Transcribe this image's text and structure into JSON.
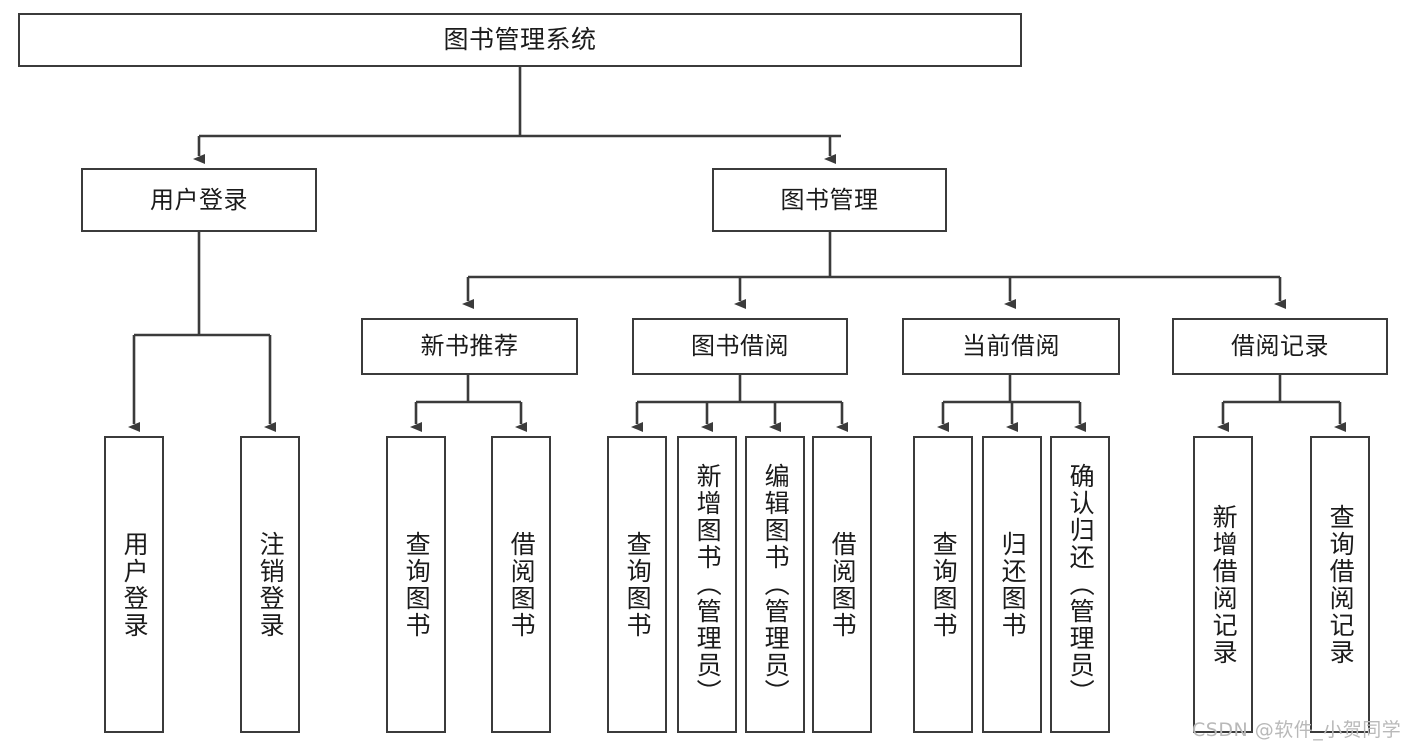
{
  "diagram": {
    "title": "图书管理系统",
    "type": "tree-hierarchy",
    "watermark": "CSDN @软件_小贺同学",
    "colors": {
      "stroke": "#3b3b3b",
      "fill": "#ffffff",
      "text": "#1b1b1b",
      "watermark": "#b9b9b9"
    },
    "root": {
      "label": "图书管理系统"
    },
    "level2": [
      {
        "label": "用户登录"
      },
      {
        "label": "图书管理"
      }
    ],
    "level3": [
      {
        "label": "新书推荐"
      },
      {
        "label": "图书借阅"
      },
      {
        "label": "当前借阅"
      },
      {
        "label": "借阅记录"
      }
    ],
    "leaves": {
      "user_login": [
        {
          "label": "用户登录"
        },
        {
          "label": "注销登录"
        }
      ],
      "new_book": [
        {
          "label": "查询图书"
        },
        {
          "label": "借阅图书"
        }
      ],
      "book_borrow": [
        {
          "label": "查询图书"
        },
        {
          "label": "新增图书（管理员）"
        },
        {
          "label": "编辑图书（管理员）"
        },
        {
          "label": "借阅图书"
        }
      ],
      "current_borrow": [
        {
          "label": "查询图书"
        },
        {
          "label": "归还图书"
        },
        {
          "label": "确认归还（管理员）"
        }
      ],
      "borrow_record": [
        {
          "label": "新增借阅记录"
        },
        {
          "label": "查询借阅记录"
        }
      ]
    }
  }
}
